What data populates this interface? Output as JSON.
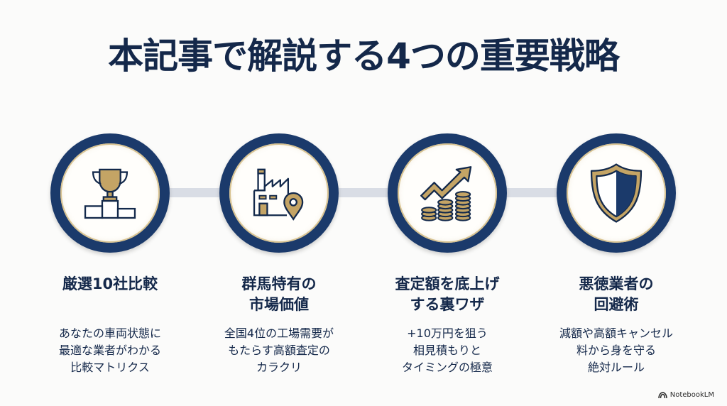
{
  "title": "本記事で解説する4つの重要戦略",
  "colors": {
    "navy": "#1b3a6b",
    "text": "#14284a",
    "gold": "#c4a465",
    "connector": "#d9dde5",
    "background": "#fbfbfa"
  },
  "steps": [
    {
      "icon": "trophy-podium-icon",
      "heading": "厳選10社比較",
      "description": "あなたの車両状態に\n最適な業者がわかる\n比較マトリクス"
    },
    {
      "icon": "factory-location-icon",
      "heading": "群馬特有の\n市場価値",
      "description": "全国4位の工場需要が\nもたらす高額査定の\nカラクリ"
    },
    {
      "icon": "growth-coins-icon",
      "heading": "査定額を底上げ\nする裏ワザ",
      "description": "+10万円を狙う\n相見積もりと\nタイミングの極意"
    },
    {
      "icon": "shield-icon",
      "heading": "悪徳業者の\n回避術",
      "description": "減額や高額キャンセル\n料から身を守る\n絶対ルール"
    }
  ],
  "branding": {
    "label": "NotebookLM"
  }
}
